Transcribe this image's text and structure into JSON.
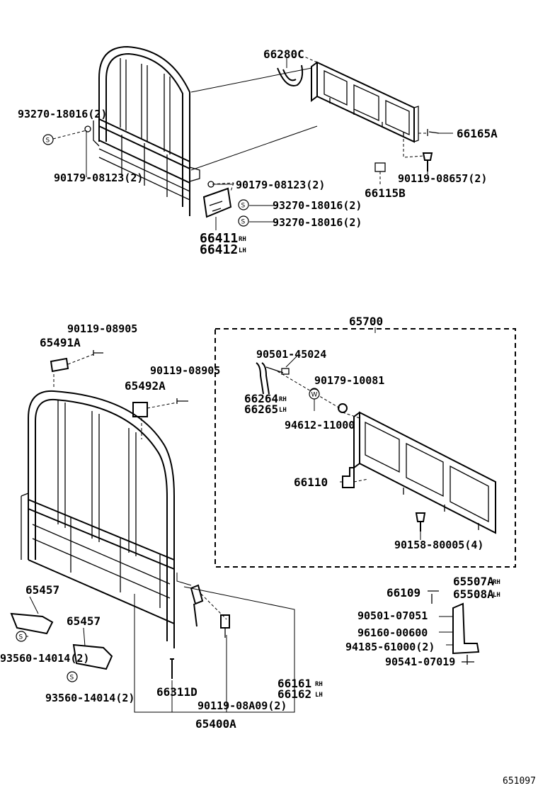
{
  "labels": {
    "p66280C": "66280C",
    "p66165A": "66165A",
    "p93270_18016_2_a": "93270-18016(2)",
    "p90179_08123_2_a": "90179-08123(2)",
    "p90179_08123_2_b": "90179-08123(2)",
    "p90119_08657_2": "90119-08657(2)",
    "p66115B": "66115B",
    "p93270_18016_2_b": "93270-18016(2)",
    "p93270_18016_2_c": "93270-18016(2)",
    "p66411": "66411",
    "p66412": "66412",
    "p66411_side": "RH",
    "p66412_side": "LH",
    "p65700": "65700",
    "p90119_08905_a": "90119-08905",
    "p65491A": "65491A",
    "p90501_45024": "90501-45024",
    "p90119_08905_b": "90119-08905",
    "p65492A": "65492A",
    "p90179_10081": "90179-10081",
    "p66264": "66264",
    "p66265": "66265",
    "p66264_side": "RH",
    "p66265_side": "LH",
    "p94612_11000": "94612-11000",
    "p66110": "66110",
    "p90158_80005_4": "90158-80005(4)",
    "p65457_a": "65457",
    "p65457_b": "65457",
    "p93560_14014_2_a": "93560-14014(2)",
    "p93560_14014_2_b": "93560-14014(2)",
    "p66311D": "66311D",
    "p90119_08A09_2": "90119-08A09(2)",
    "p66161": "66161",
    "p66162": "66162",
    "p66161_side": "RH",
    "p66162_side": "LH",
    "p65400A": "65400A",
    "p66109": "66109",
    "p65507A": "65507A",
    "p65508A": "65508A",
    "p65507A_side": "RH",
    "p65508A_side": "LH",
    "p90501_07051": "90501-07051",
    "p96160_00600": "96160-00600",
    "p94185_61000_2": "94185-61000(2)",
    "p90541_07019": "90541-07019",
    "figure_number": "651097"
  },
  "symbols": {
    "s_mark": "S",
    "w_mark": "W"
  }
}
